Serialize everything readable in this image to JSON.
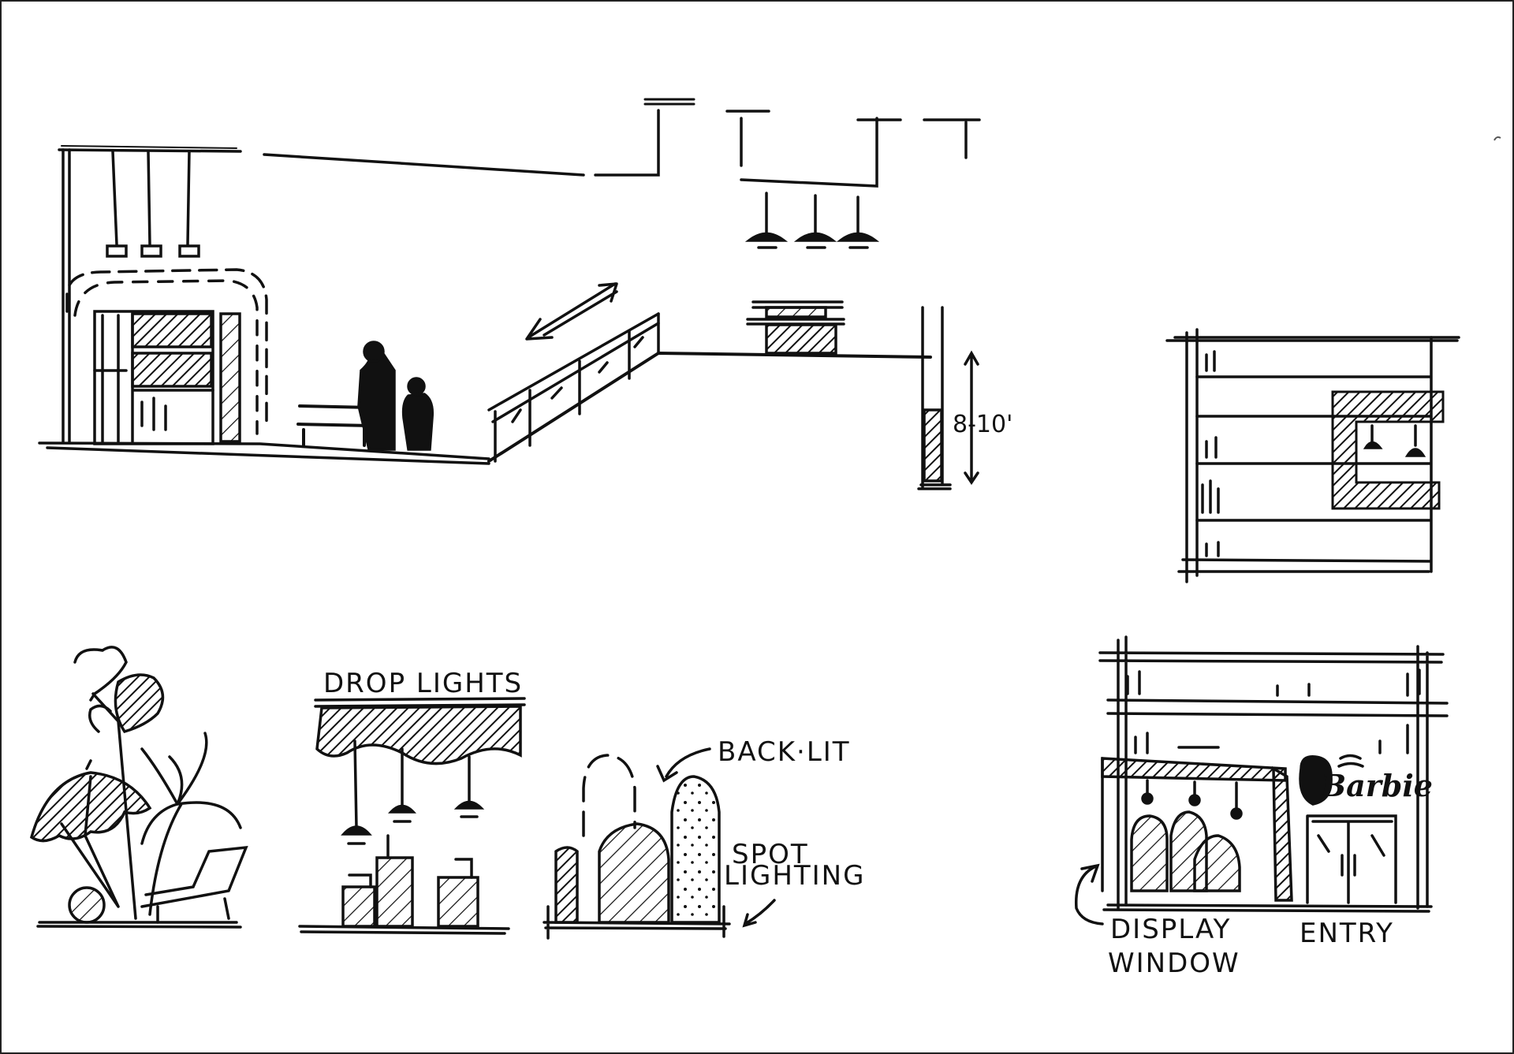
{
  "labels": {
    "drop_lights": "DROP LIGHTS",
    "back_lit": "BACK·LIT",
    "spot_lighting_1": "SPOT",
    "spot_lighting_2": "LIGHTING",
    "display_window_1": "DISPLAY",
    "display_window_2": "WINDOW",
    "entry": "ENTRY",
    "dimension": "8-10'",
    "store_sign": "Barbie"
  },
  "colors": {
    "ink": "#111111",
    "paper": "#ffffff"
  }
}
